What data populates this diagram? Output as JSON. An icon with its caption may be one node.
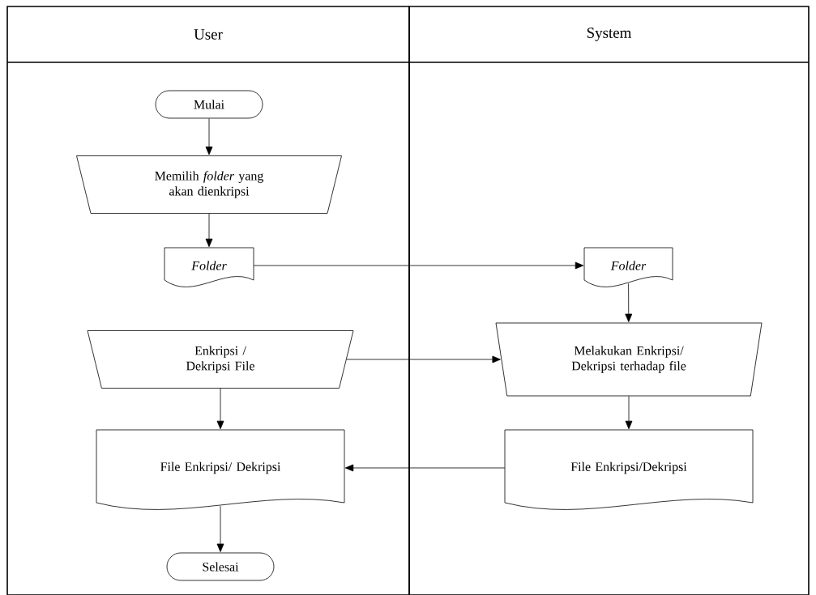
{
  "diagram": {
    "nodes": [
      {
        "text": [
          "User"
        ]
      },
      {
        "text": [
          "System"
        ]
      },
      {
        "text": [
          "Mulai"
        ],
        "in": 0
      },
      {
        "text": [
          "Memilih *folder* yang akan dienkripsi"
        ],
        "in": 0
      },
      {
        "text": [
          "Folder"
        ],
        "in": 0
      },
      {
        "text": [
          "Enkripsi / Dekripsi File"
        ],
        "in": 0
      },
      {
        "text": [
          "File Enkripsi/ Dekripsi"
        ],
        "in": 0
      },
      {
        "text": [
          "Selesai"
        ],
        "in": 0
      },
      {
        "text": [
          "Folder"
        ],
        "in": 1
      },
      {
        "text": [
          "Melakukan Enkripsi/ Dekripsi terhadap file"
        ],
        "in": 1
      },
      {
        "text": [
          "File Enkripsi/Dekripsi"
        ],
        "in": 1
      }
    ],
    "edges": [
      {
        "from": 2,
        "to": 3,
        "arrow": "to"
      },
      {
        "from": 3,
        "to": 4,
        "arrow": "to"
      },
      {
        "from": 4,
        "to": 8,
        "arrow": "to"
      },
      {
        "from": 8,
        "to": 9,
        "arrow": "to"
      },
      {
        "from": 5,
        "to": 9,
        "arrow": "to"
      },
      {
        "from": 9,
        "to": 10,
        "arrow": "to"
      },
      {
        "from": 10,
        "to": 6,
        "arrow": "to"
      },
      {
        "from": 5,
        "to": 6,
        "arrow": "to"
      },
      {
        "from": 6,
        "to": 7,
        "arrow": "to"
      }
    ]
  }
}
